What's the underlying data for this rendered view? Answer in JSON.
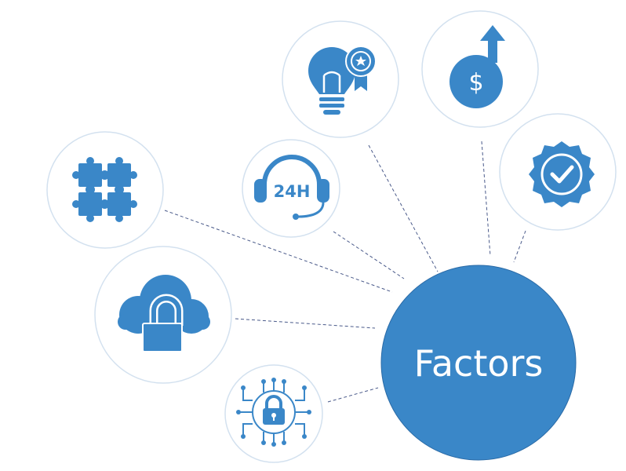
{
  "hub": {
    "label": "Factors"
  },
  "colors": {
    "accent": "#3a87c8",
    "node_border": "#d3e1ef",
    "connector": "#4a5a8a"
  },
  "nodes": [
    {
      "name": "puzzle-node",
      "icon": "puzzle-icon"
    },
    {
      "name": "cloud-lock-node",
      "icon": "cloud-lock-icon"
    },
    {
      "name": "circuit-lock-node",
      "icon": "circuit-lock-icon"
    },
    {
      "name": "support-24h-node",
      "icon": "headset-24h-icon",
      "text": "24H"
    },
    {
      "name": "idea-award-node",
      "icon": "lightbulb-award-icon"
    },
    {
      "name": "dollar-growth-node",
      "icon": "dollar-up-arrow-icon",
      "text": "$"
    },
    {
      "name": "verified-node",
      "icon": "verified-badge-icon"
    }
  ]
}
